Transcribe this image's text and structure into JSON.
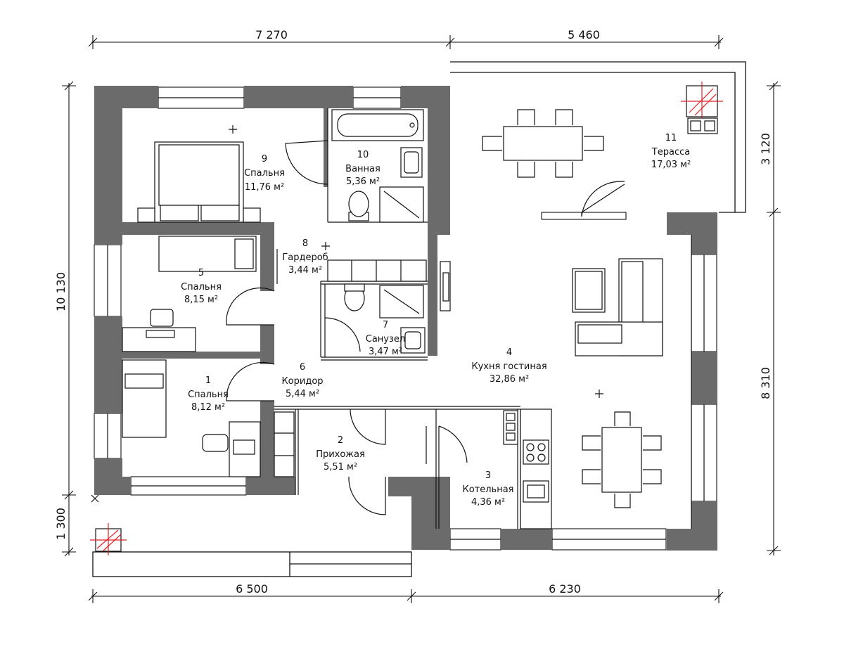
{
  "dimensions": {
    "top_left": "7 270",
    "top_right": "5 460",
    "bottom_left": "6 500",
    "bottom_right": "6 230",
    "left_main": "10 130",
    "left_small": "1 300",
    "right_top": "3 120",
    "right_main": "8 310"
  },
  "rooms": [
    {
      "num": "1",
      "name": "Спальня",
      "area": "8,12 м²"
    },
    {
      "num": "2",
      "name": "Прихожая",
      "area": "5,51 м²"
    },
    {
      "num": "3",
      "name": "Котельная",
      "area": "4,36 м²"
    },
    {
      "num": "4",
      "name": "Кухня гостиная",
      "area": "32,86 м²"
    },
    {
      "num": "5",
      "name": "Спальня",
      "area": "8,15 м²"
    },
    {
      "num": "6",
      "name": "Коридор",
      "area": "5,44 м²"
    },
    {
      "num": "7",
      "name": "Санузел",
      "area": "3,47 м²"
    },
    {
      "num": "8",
      "name": "Гардероб",
      "area": "3,44 м²"
    },
    {
      "num": "9",
      "name": "Спальня",
      "area": "11,76 м²"
    },
    {
      "num": "10",
      "name": "Ванная",
      "area": "5,36 м²"
    },
    {
      "num": "11",
      "name": "Терасса",
      "area": "17,03 м²"
    }
  ]
}
